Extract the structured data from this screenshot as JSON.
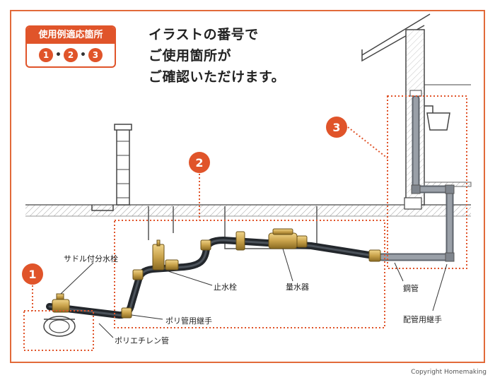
{
  "badge": {
    "title": "使用例適応箇所",
    "numbers": [
      "1",
      "2",
      "3"
    ],
    "separator": "•"
  },
  "headline": {
    "line1": "イラストの番号で",
    "line2": "ご使用箇所が",
    "line3": "ご確認いただけます。"
  },
  "markers": {
    "m1": "1",
    "m2": "2",
    "m3": "3"
  },
  "labels": {
    "saddle": "サドル付分水栓",
    "stopcock": "止水栓",
    "meter": "量水器",
    "poly_joint": "ポリ管用継手",
    "poly_pipe": "ポリエチレン管",
    "steel_pipe": "鋼管",
    "pipe_joint": "配管用継手"
  },
  "copyright": "Copyright  Homemaking",
  "colors": {
    "accent": "#e0542a",
    "pipe_dark": "#2b3036",
    "pipe_gray": "#8a9098",
    "brass": "#c9a24a",
    "frame": "#e26a3a"
  }
}
